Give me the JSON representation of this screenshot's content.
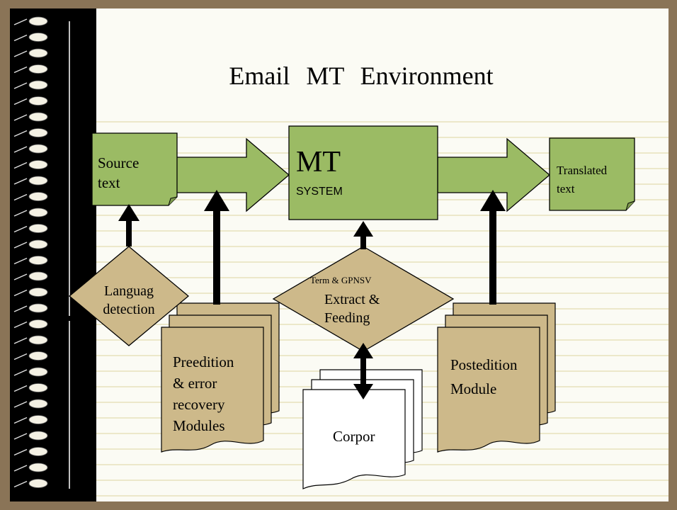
{
  "title": "Email   MT   Environment",
  "nodes": {
    "source": "Source\ntext",
    "mt_big": "MT",
    "mt_small": "SYSTEM",
    "translated": "Translated\ntext",
    "language": "Languag\ndetection",
    "term_small": "Term & GPNSV",
    "term_big": "Extract &\nFeeding",
    "preedition": "Preedition\n& error\nrecovery\nModules",
    "corpor": "Corpor",
    "postedition": "Postedition\nModule"
  },
  "colors": {
    "background": "#8a7457",
    "paper": "#fbfbf4",
    "green": "#9bbb64",
    "tan": "#cdb98a",
    "rule": "#e2dcb0"
  }
}
